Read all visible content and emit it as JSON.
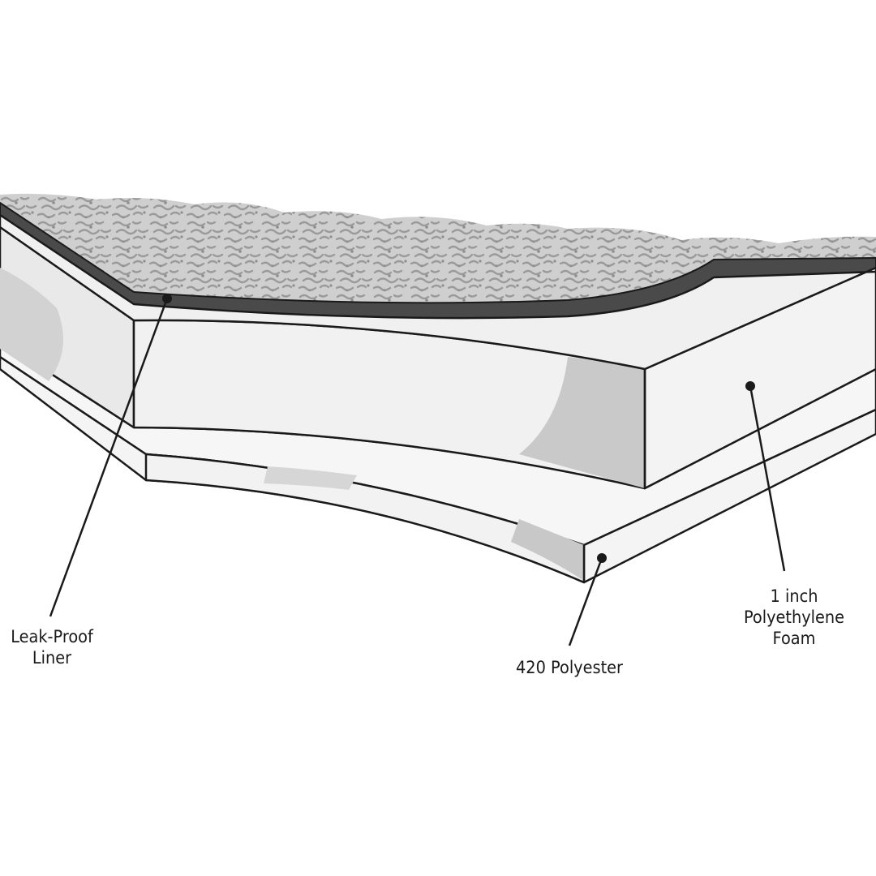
{
  "labels": {
    "liner": [
      "Leak-Proof",
      "Liner"
    ],
    "polyester": [
      "420 Polyester"
    ],
    "foam": [
      "1 inch",
      "Polyethylene",
      "Foam"
    ]
  },
  "colors": {
    "outline": "#1a1a1a",
    "liner_band": "#4a4a4a",
    "fleece": "#cfcfcf",
    "fleece_texture": "#9a9a9a",
    "foam_face": "#f1f1f1",
    "foam_shadow": "#c8c8c8",
    "polyester_face": "#f4f4f4"
  }
}
